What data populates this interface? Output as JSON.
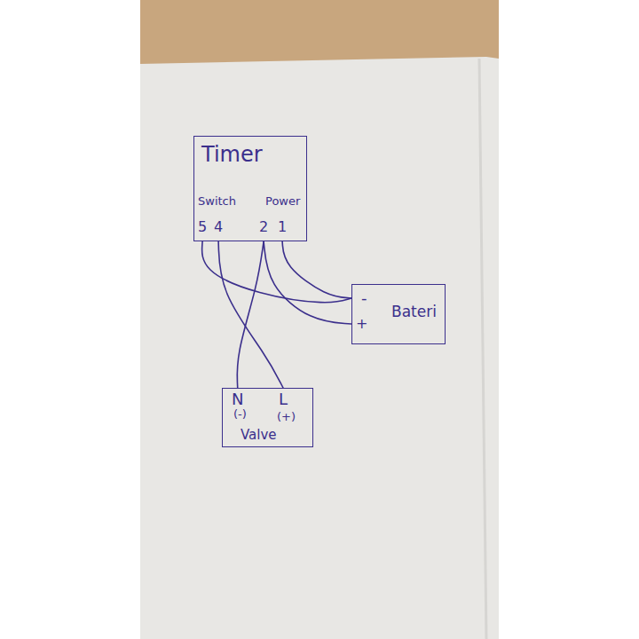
{
  "diagram": {
    "nodes": [
      {
        "text": [
          "Timer",
          "Switch",
          "5",
          "4",
          "Power",
          "2",
          "1"
        ]
      },
      {
        "text": [
          "-",
          "+",
          "Bateri"
        ]
      },
      {
        "text": [
          "N",
          "(-)",
          "L",
          "(+)",
          "Valve"
        ]
      }
    ],
    "edges": [
      {
        "from": 0,
        "to": 1,
        "arrow": "none"
      },
      {
        "from": 0,
        "to": 2,
        "arrow": "none"
      },
      {
        "from": 0,
        "to": 2,
        "arrow": "none"
      },
      {
        "from": 0,
        "to": 1,
        "arrow": "none"
      },
      {
        "from": 0,
        "to": 1,
        "arrow": "none"
      }
    ]
  }
}
